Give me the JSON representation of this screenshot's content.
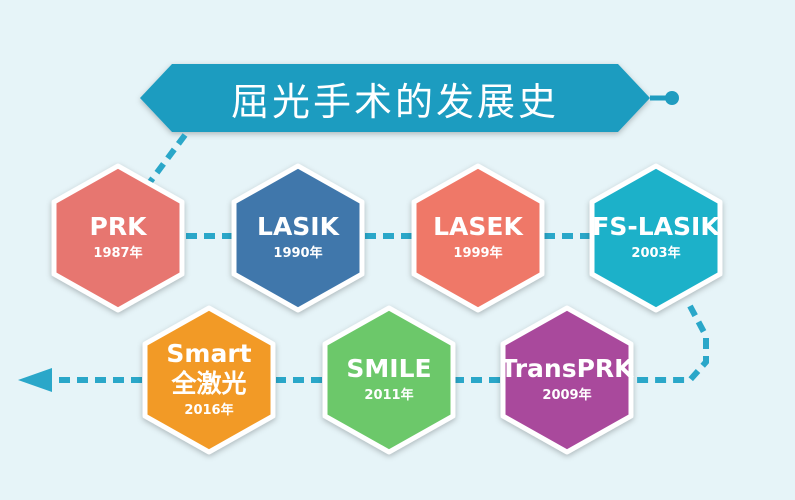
{
  "title": "屈光手术的发展史",
  "colors": {
    "background": "#e6f4f8",
    "banner": "#1f9cc0",
    "connector": "#2aa7c9",
    "hex_border": "#ffffff"
  },
  "stages": [
    {
      "name": "PRK",
      "year": "1987年",
      "color": "#e7766f"
    },
    {
      "name": "LASIK",
      "year": "1990年",
      "color": "#3f77ab"
    },
    {
      "name": "LASEK",
      "year": "1999年",
      "color": "#ef7867"
    },
    {
      "name": "FS-LASIK",
      "year": "2003年",
      "color": "#1ab1c9"
    },
    {
      "name": "TransPRK",
      "year": "2009年",
      "color": "#a94a9c"
    },
    {
      "name": "SMILE",
      "year": "2011年",
      "color": "#6cc86a"
    },
    {
      "name": "Smart\n全激光",
      "year": "2016年",
      "color": "#f29a25"
    }
  ]
}
